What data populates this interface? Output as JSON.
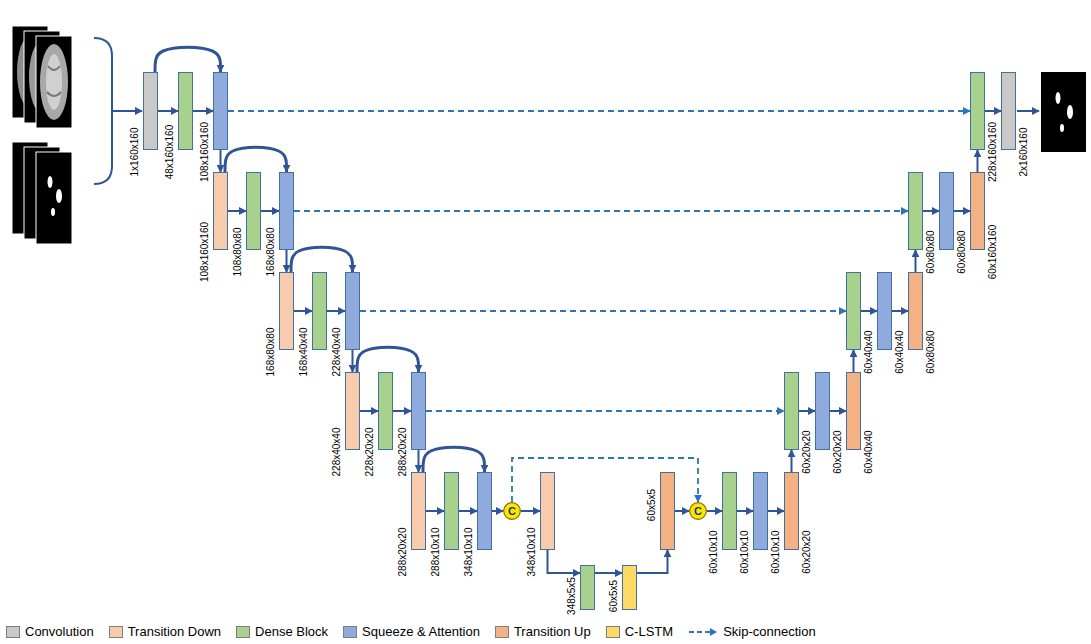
{
  "diagram": {
    "nodes": [
      {
        "text": [
          "1x160x160"
        ]
      },
      {
        "text": [
          "48x160x160"
        ]
      },
      {
        "text": [
          "108x160x160"
        ]
      },
      {
        "text": [
          "108x160x160"
        ]
      },
      {
        "text": [
          "108x80x80"
        ]
      },
      {
        "text": [
          "168x80x80"
        ]
      },
      {
        "text": [
          "168x80x80"
        ]
      },
      {
        "text": [
          "168x40x40"
        ]
      },
      {
        "text": [
          "228x40x40"
        ]
      },
      {
        "text": [
          "228x40x40"
        ]
      },
      {
        "text": [
          "228x20x20"
        ]
      },
      {
        "text": [
          "288x20x20"
        ]
      },
      {
        "text": [
          "288x20x20"
        ]
      },
      {
        "text": [
          "288x10x10"
        ]
      },
      {
        "text": [
          "348x10x10"
        ]
      },
      {
        "text": [
          "C"
        ]
      },
      {
        "text": [
          "348x10x10"
        ]
      },
      {
        "text": [
          "348x5x5"
        ]
      },
      {
        "text": [
          "60x5x5"
        ]
      },
      {
        "text": [
          "60x5x5"
        ]
      },
      {
        "text": [
          "C"
        ]
      },
      {
        "text": [
          "60x10x10"
        ]
      },
      {
        "text": [
          "60x10x10"
        ]
      },
      {
        "text": [
          "60x20x20"
        ]
      },
      {
        "text": [
          "60x20x20"
        ]
      },
      {
        "text": [
          "60x20x20"
        ]
      },
      {
        "text": [
          "60x40x40"
        ]
      },
      {
        "text": [
          "60x40x40"
        ]
      },
      {
        "text": [
          "60x40x40"
        ]
      },
      {
        "text": [
          "60x80x80"
        ]
      },
      {
        "text": [
          "60x80x80"
        ]
      },
      {
        "text": [
          "60x80x80"
        ]
      },
      {
        "text": [
          "60x160x160"
        ]
      },
      {
        "text": [
          "228x160x160"
        ]
      },
      {
        "text": [
          "2x160x160"
        ]
      }
    ],
    "edges": [
      {
        "from": 0,
        "to": 1,
        "arrow": "to"
      },
      {
        "from": 1,
        "to": 2,
        "arrow": "to"
      },
      {
        "from": 0,
        "to": 2,
        "arrow": "to"
      },
      {
        "from": 2,
        "to": 3,
        "arrow": "to"
      },
      {
        "from": 3,
        "to": 4,
        "arrow": "to"
      },
      {
        "from": 4,
        "to": 5,
        "arrow": "to"
      },
      {
        "from": 3,
        "to": 5,
        "arrow": "to"
      },
      {
        "from": 5,
        "to": 6,
        "arrow": "to"
      },
      {
        "from": 6,
        "to": 7,
        "arrow": "to"
      },
      {
        "from": 7,
        "to": 8,
        "arrow": "to"
      },
      {
        "from": 6,
        "to": 8,
        "arrow": "to"
      },
      {
        "from": 8,
        "to": 9,
        "arrow": "to"
      },
      {
        "from": 9,
        "to": 10,
        "arrow": "to"
      },
      {
        "from": 10,
        "to": 11,
        "arrow": "to"
      },
      {
        "from": 9,
        "to": 11,
        "arrow": "to"
      },
      {
        "from": 11,
        "to": 12,
        "arrow": "to"
      },
      {
        "from": 12,
        "to": 13,
        "arrow": "to"
      },
      {
        "from": 13,
        "to": 14,
        "arrow": "to"
      },
      {
        "from": 12,
        "to": 14,
        "arrow": "to"
      },
      {
        "from": 14,
        "to": 15,
        "arrow": "to"
      },
      {
        "from": 15,
        "to": 16,
        "arrow": "to"
      },
      {
        "from": 16,
        "to": 17,
        "arrow": "to"
      },
      {
        "from": 17,
        "to": 18,
        "arrow": "to"
      },
      {
        "from": 18,
        "to": 19,
        "arrow": "to"
      },
      {
        "from": 19,
        "to": 20,
        "arrow": "to"
      },
      {
        "from": 15,
        "to": 20,
        "arrow": "to"
      },
      {
        "from": 20,
        "to": 21,
        "arrow": "to"
      },
      {
        "from": 21,
        "to": 22,
        "arrow": "to"
      },
      {
        "from": 22,
        "to": 23,
        "arrow": "to"
      },
      {
        "from": 23,
        "to": 24,
        "arrow": "to"
      },
      {
        "from": 24,
        "to": 25,
        "arrow": "to"
      },
      {
        "from": 25,
        "to": 26,
        "arrow": "to"
      },
      {
        "from": 26,
        "to": 27,
        "arrow": "to"
      },
      {
        "from": 27,
        "to": 28,
        "arrow": "to"
      },
      {
        "from": 28,
        "to": 29,
        "arrow": "to"
      },
      {
        "from": 29,
        "to": 30,
        "arrow": "to"
      },
      {
        "from": 30,
        "to": 31,
        "arrow": "to"
      },
      {
        "from": 31,
        "to": 32,
        "arrow": "to"
      },
      {
        "from": 32,
        "to": 33,
        "arrow": "to"
      },
      {
        "from": 33,
        "to": 34,
        "arrow": "to"
      },
      {
        "from": 2,
        "to": 33,
        "arrow": "to"
      },
      {
        "from": 5,
        "to": 30,
        "arrow": "to"
      },
      {
        "from": 8,
        "to": 27,
        "arrow": "to"
      },
      {
        "from": 11,
        "to": 24,
        "arrow": "to"
      }
    ],
    "labels": [
      "60x10x10"
    ],
    "legend": [
      {
        "text": "Convolution",
        "color": "#c9c9c9"
      },
      {
        "text": "Transition Down",
        "color": "#f8cbad"
      },
      {
        "text": "Dense Block",
        "color": "#a9d18e"
      },
      {
        "text": "Squeeze & Attention",
        "color": "#8faadc"
      },
      {
        "text": "Transition Up",
        "color": "#f4b183"
      },
      {
        "text": "C-LSTM",
        "color": "#ffd966"
      },
      {
        "text": "Skip-connection"
      }
    ]
  }
}
